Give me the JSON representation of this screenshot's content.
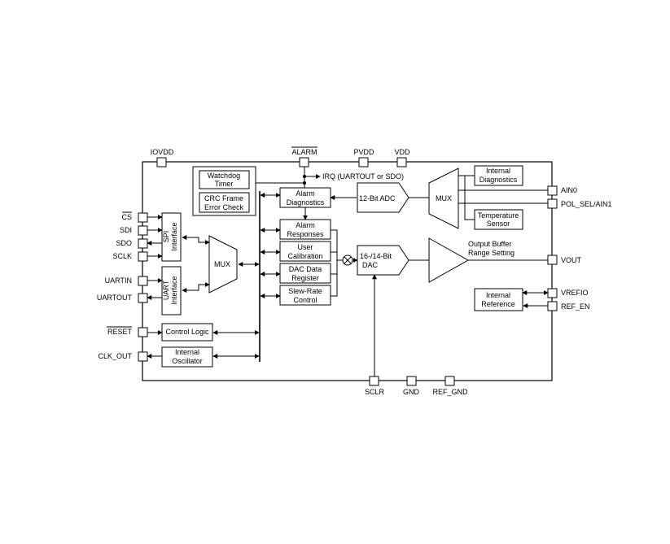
{
  "pins": {
    "iovdd": "IOVDD",
    "alarm": "ALARM",
    "pvdd": "PVDD",
    "vdd": "VDD",
    "cs": "CS",
    "sdi": "SDI",
    "sdo": "SDO",
    "sclk": "SCLK",
    "uartin": "UARTIN",
    "uartout": "UARTOUT",
    "reset": "RESET",
    "clk_out": "CLK_OUT",
    "ain0": "AIN0",
    "pol_sel_ain1": "POL_SEL/AIN1",
    "vout": "VOUT",
    "vrefio": "VREFIO",
    "ref_en": "REF_EN",
    "sclr": "SCLR",
    "gnd": "GND",
    "ref_gnd": "REF_GND"
  },
  "blocks": {
    "watchdog": [
      "Watchdog",
      "Timer"
    ],
    "crc": [
      "CRC Frame",
      "Error Check"
    ],
    "alarm_diag": [
      "Alarm",
      "Diagnostics"
    ],
    "alarm_resp": [
      "Alarm",
      "Responses"
    ],
    "user_cal": [
      "User",
      "Calibration"
    ],
    "dac_reg": [
      "DAC Data",
      "Register"
    ],
    "slew": [
      "Slew-Rate",
      "Control"
    ],
    "spi": [
      "SPI",
      "Interface"
    ],
    "uart": [
      "UART",
      "Interface"
    ],
    "mux_left": "MUX",
    "control_logic": "Control Logic",
    "int_osc": [
      "Internal",
      "Oscillator"
    ],
    "adc": "12-Bit ADC",
    "dac": [
      "16-/14-Bit",
      "DAC"
    ],
    "mux_right": "MUX",
    "int_diag": [
      "Internal",
      "Diagnostics"
    ],
    "temp": [
      "Temperature",
      "Sensor"
    ],
    "int_ref": [
      "Internal",
      "Reference"
    ],
    "out_buf": [
      "Output Buffer",
      "Range Setting"
    ]
  },
  "labels": {
    "irq": "IRQ (UARTOUT or SDO)"
  }
}
